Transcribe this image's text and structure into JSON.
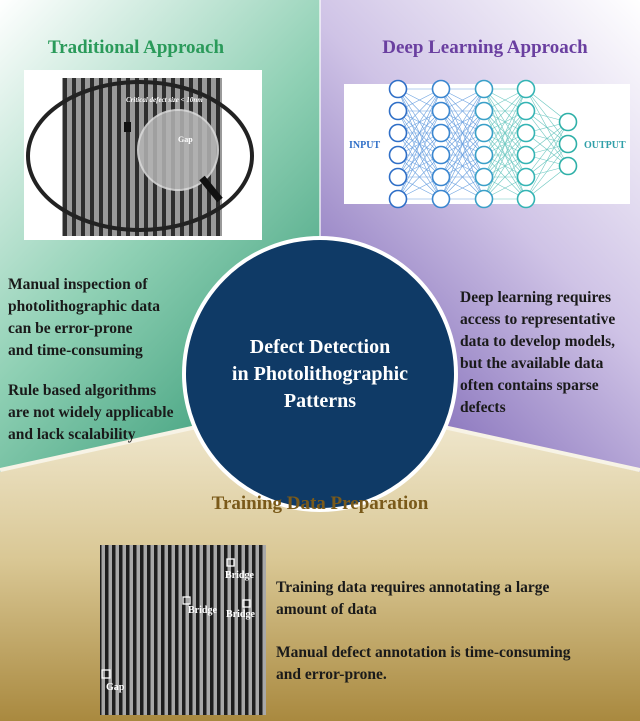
{
  "center": {
    "title": "Defect Detection\nin Photolithographic\nPatterns"
  },
  "traditional": {
    "title": "Traditional Approach",
    "paragraph1": "Manual inspection of\nphotolithographic data\ncan be error-prone\nand time-consuming",
    "paragraph2": "Rule based algorithms\nare not widely applicable\nand lack scalability",
    "image_caption": "Critical defect size < 10nm",
    "gap_label": "Gap"
  },
  "deep_learning": {
    "title": "Deep Learning Approach",
    "paragraph": "Deep learning requires\naccess to representative\ndata to develop models,\nbut the available data\noften contains sparse\ndefects",
    "input_label": "INPUT",
    "output_label": "OUTPUT",
    "layer_sizes": [
      6,
      6,
      6,
      6,
      3
    ]
  },
  "training": {
    "title": "Training Data Preparation",
    "paragraph1": "Training data requires annotating a large\namount of data",
    "paragraph2": "Manual defect annotation is time-consuming\nand error-prone.",
    "annotations": [
      "Bridge",
      "Bridge",
      "Bridge",
      "Gap"
    ]
  },
  "colors": {
    "center_circle": "#0f3a66",
    "traditional_bg": "#4dae8c",
    "deep_bg": "#8e7bc0",
    "training_bg": "#b39a55"
  }
}
